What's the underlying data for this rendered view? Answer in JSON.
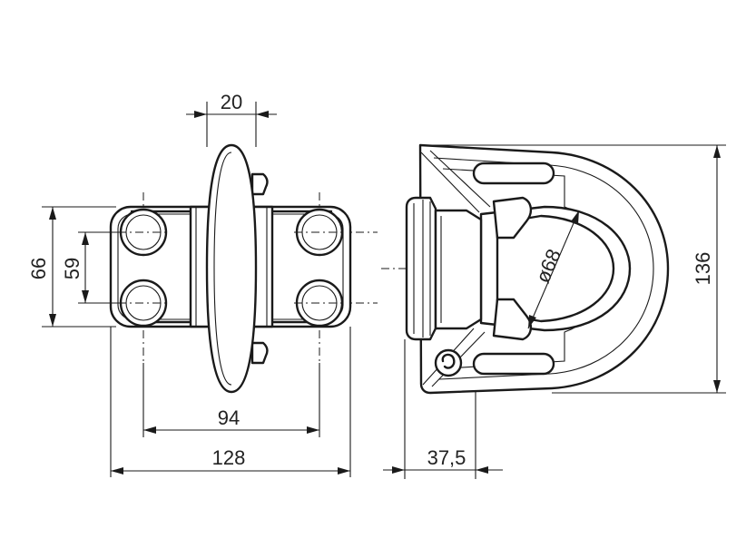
{
  "dimensions": {
    "width_20": "20",
    "height_66": "66",
    "height_59": "59",
    "width_94": "94",
    "width_128": "128",
    "depth_37_5": "37,5",
    "diameter_68": "ø68",
    "height_136": "136"
  }
}
